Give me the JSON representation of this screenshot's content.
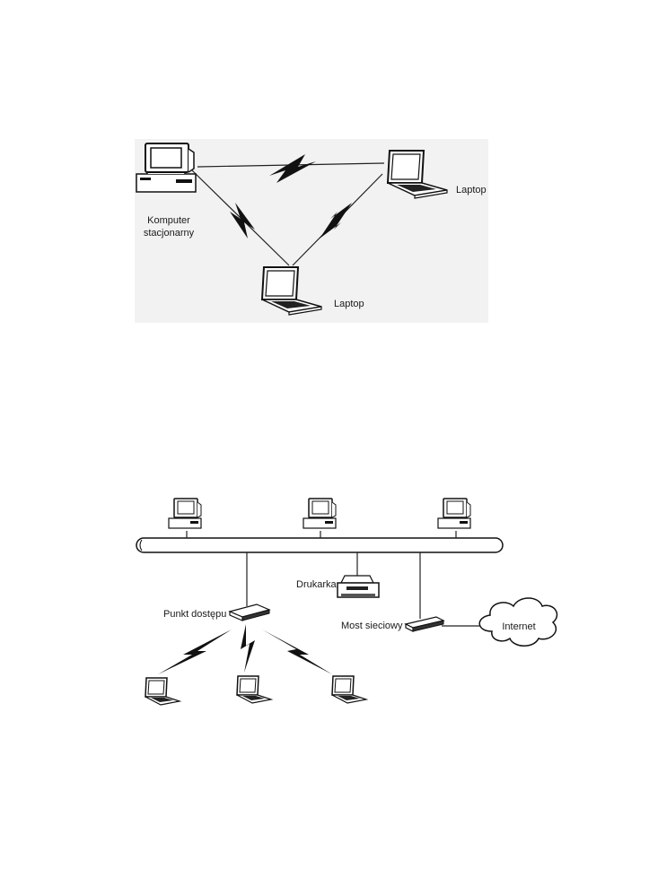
{
  "diagram_adhoc": {
    "desktop_label_line1": "Komputer",
    "desktop_label_line2": "stacjonarny",
    "laptop_right_label": "Laptop",
    "laptop_bottom_label": "Laptop",
    "background": "#f2f2f2"
  },
  "diagram_infrastructure": {
    "printer_label": "Drukarka",
    "access_point_label": "Punkt dostępu",
    "bridge_label": "Most sieciowy",
    "internet_label": "Internet"
  },
  "icons": [
    "desktop-computer-icon",
    "laptop-icon",
    "printer-icon",
    "access-point-icon",
    "network-bridge-icon",
    "cloud-icon",
    "wireless-link-icon"
  ]
}
